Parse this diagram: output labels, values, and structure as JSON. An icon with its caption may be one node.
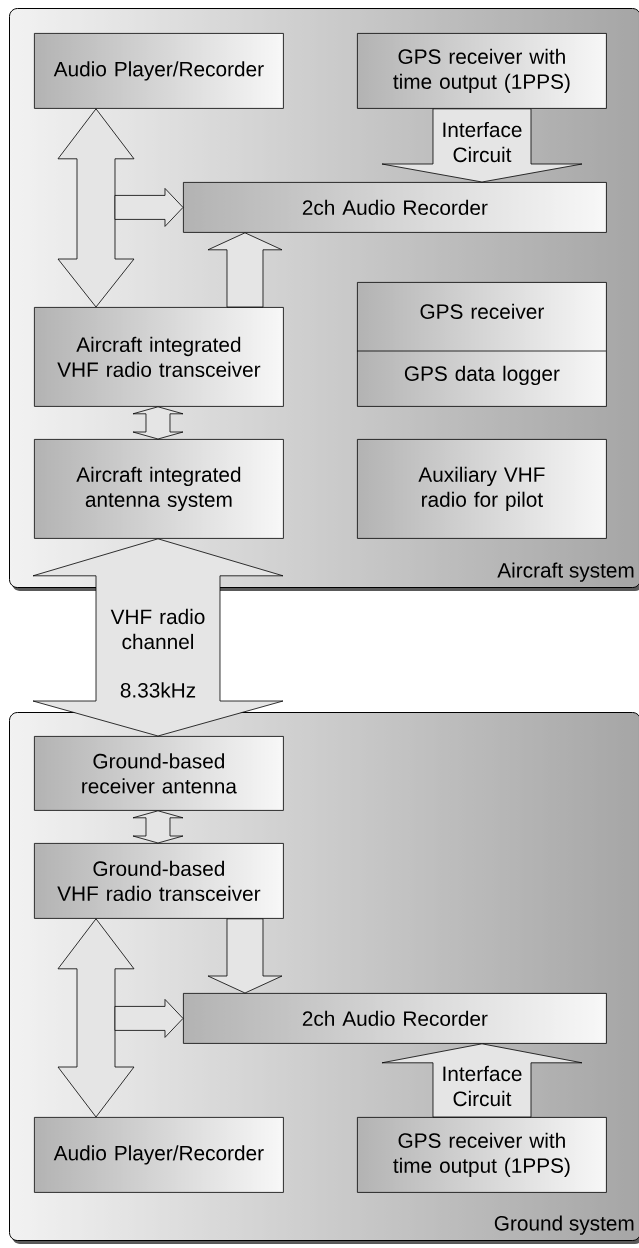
{
  "diagram": {
    "nodes": [
      {
        "text": [
          "Aircraft system"
        ]
      },
      {
        "text": [
          "Audio Player/Recorder"
        ],
        "in": 0
      },
      {
        "text": [
          "GPS receiver with time output (1PPS)"
        ],
        "in": 0
      },
      {
        "text": [
          "2ch Audio Recorder"
        ],
        "in": 0
      },
      {
        "text": [
          "Aircraft integrated VHF radio transceiver"
        ],
        "in": 0
      },
      {
        "text": [
          "GPS receiver",
          "GPS data logger"
        ],
        "in": 0
      },
      {
        "text": [
          "Aircraft integrated antenna system"
        ],
        "in": 0
      },
      {
        "text": [
          "Auxiliary VHF radio for pilot"
        ],
        "in": 0
      },
      {
        "text": [
          "Ground system"
        ]
      },
      {
        "text": [
          "Ground-based receiver antenna"
        ],
        "in": 8
      },
      {
        "text": [
          "Ground-based VHF radio transceiver"
        ],
        "in": 8
      },
      {
        "text": [
          "2ch Audio Recorder"
        ],
        "in": 8
      },
      {
        "text": [
          "Audio Player/Recorder"
        ],
        "in": 8
      },
      {
        "text": [
          "GPS receiver with time output (1PPS)"
        ],
        "in": 8
      }
    ],
    "edges": [
      {
        "from": 1,
        "to": 4,
        "arrow": "both"
      },
      {
        "from": null,
        "to": 3,
        "arrow": "to"
      },
      {
        "from": 4,
        "to": 3,
        "arrow": "to"
      },
      {
        "from": 2,
        "to": 3,
        "arrow": "to",
        "label": "Interface Circuit"
      },
      {
        "from": 4,
        "to": 6,
        "arrow": "both"
      },
      {
        "from": 6,
        "to": 9,
        "arrow": "both",
        "label": "VHF radio channel"
      },
      {
        "from": 9,
        "to": 10,
        "arrow": "both"
      },
      {
        "from": 10,
        "to": 12,
        "arrow": "both"
      },
      {
        "from": null,
        "to": 11,
        "arrow": "to"
      },
      {
        "from": 10,
        "to": 11,
        "arrow": "to"
      },
      {
        "from": 13,
        "to": 11,
        "arrow": "to",
        "label": "Interface Circuit"
      }
    ],
    "labels": [
      "8.33kHz"
    ]
  }
}
